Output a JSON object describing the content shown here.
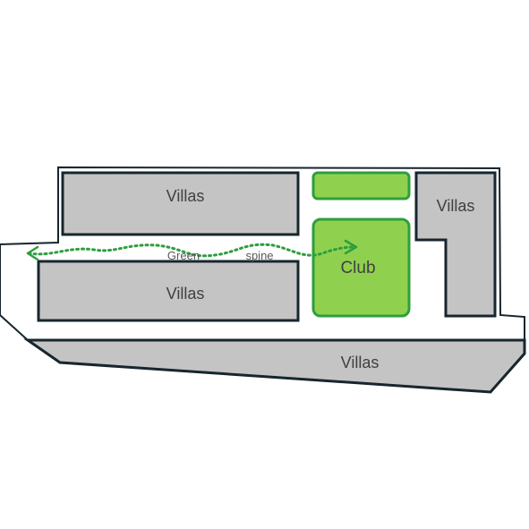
{
  "labels": {
    "villas_top": "Villas",
    "villas_middle": "Villas",
    "villas_right": "Villas",
    "villas_bottom": "Villas",
    "club": "Club",
    "spine_word_1": "Green",
    "spine_word_2": "spine"
  },
  "colors": {
    "outline": "#17262e",
    "villa_fill": "#c4c4c4",
    "green_fill": "#8fd14f",
    "green_stroke": "#2e9e3e",
    "spine_arrow": "#2e9e3e"
  }
}
